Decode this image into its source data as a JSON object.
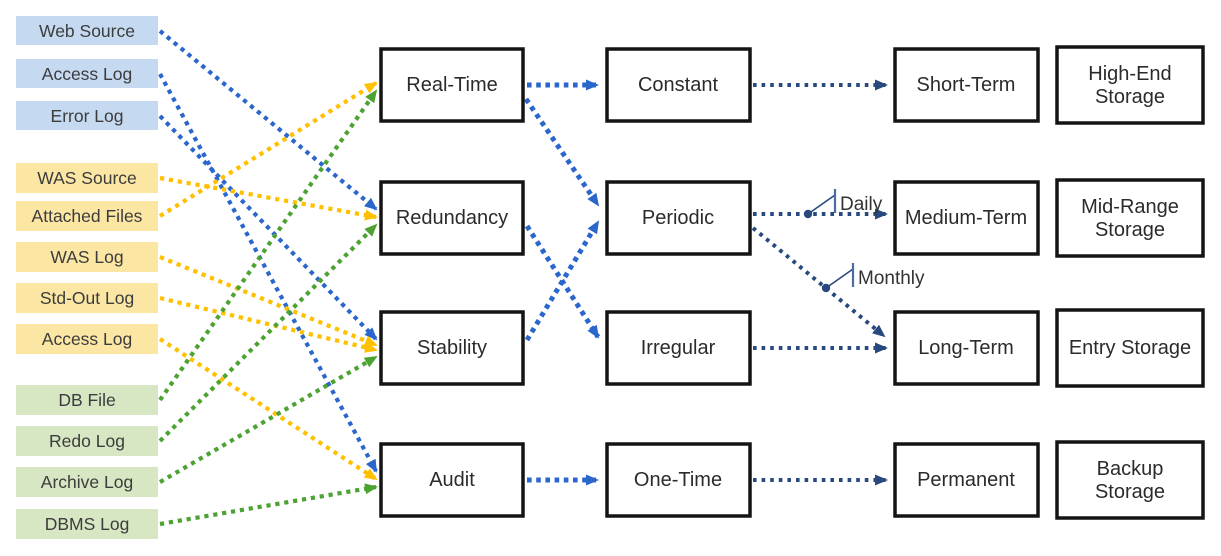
{
  "colors": {
    "web_fill": "#c5d9f1",
    "was_fill": "#fbe6a4",
    "db_fill": "#d7e7c4",
    "blue_line": "#2a66cc",
    "yellow_line": "#ffc000",
    "green_line": "#4ca331",
    "navy_line": "#27497e",
    "box_border": "#141414",
    "box_fill": "#ffffff"
  },
  "sources": {
    "items": [
      {
        "label": "Web Source",
        "group": "web"
      },
      {
        "label": "Access Log",
        "group": "web"
      },
      {
        "label": "Error Log",
        "group": "web"
      },
      {
        "label": "WAS Source",
        "group": "was"
      },
      {
        "label": "Attached Files",
        "group": "was"
      },
      {
        "label": "WAS Log",
        "group": "was"
      },
      {
        "label": "Std-Out Log",
        "group": "was"
      },
      {
        "label": "Access Log",
        "group": "was"
      },
      {
        "label": "DB File",
        "group": "db"
      },
      {
        "label": "Redo Log",
        "group": "db"
      },
      {
        "label": "Archive Log",
        "group": "db"
      },
      {
        "label": "DBMS Log",
        "group": "db"
      }
    ]
  },
  "categories": {
    "items": [
      {
        "label": "Real-Time"
      },
      {
        "label": "Redundancy"
      },
      {
        "label": "Stability"
      },
      {
        "label": "Audit"
      }
    ]
  },
  "frequencies": {
    "items": [
      {
        "label": "Constant"
      },
      {
        "label": "Periodic"
      },
      {
        "label": "Irregular"
      },
      {
        "label": "One-Time"
      }
    ]
  },
  "retentions": {
    "items": [
      {
        "label": "Short-Term"
      },
      {
        "label": "Medium-Term"
      },
      {
        "label": "Long-Term"
      },
      {
        "label": "Permanent"
      }
    ]
  },
  "storages": {
    "items": [
      {
        "line1": "High-End",
        "line2": "Storage"
      },
      {
        "line1": "Mid-Range",
        "line2": "Storage"
      },
      {
        "line1": "Entry Storage",
        "line2": ""
      },
      {
        "line1": "Backup",
        "line2": "Storage"
      }
    ]
  },
  "annotations": {
    "daily": "Daily",
    "monthly": "Monthly"
  },
  "connections": {
    "source_to_category": [
      {
        "from": "Web Source",
        "from_group": "web",
        "to": "Redundancy",
        "color": "#2a66cc"
      },
      {
        "from": "Access Log",
        "from_group": "web",
        "to": "Audit",
        "color": "#2a66cc"
      },
      {
        "from": "Error Log",
        "from_group": "web",
        "to": "Stability",
        "color": "#2a66cc"
      },
      {
        "from": "WAS Source",
        "from_group": "was",
        "to": "Redundancy",
        "color": "#ffc000"
      },
      {
        "from": "Attached Files",
        "from_group": "was",
        "to": "Real-Time",
        "color": "#ffc000"
      },
      {
        "from": "WAS Log",
        "from_group": "was",
        "to": "Stability",
        "color": "#ffc000"
      },
      {
        "from": "Std-Out Log",
        "from_group": "was",
        "to": "Stability",
        "color": "#ffc000"
      },
      {
        "from": "Access Log",
        "from_group": "was",
        "to": "Audit",
        "color": "#ffc000"
      },
      {
        "from": "DB File",
        "from_group": "db",
        "to": "Real-Time",
        "color": "#4ca331"
      },
      {
        "from": "Redo Log",
        "from_group": "db",
        "to": "Redundancy",
        "color": "#4ca331"
      },
      {
        "from": "Archive Log",
        "from_group": "db",
        "to": "Stability",
        "color": "#4ca331"
      },
      {
        "from": "DBMS Log",
        "from_group": "db",
        "to": "Audit",
        "color": "#4ca331"
      }
    ],
    "category_to_frequency": [
      {
        "from": "Real-Time",
        "to": "Constant"
      },
      {
        "from": "Real-Time",
        "to": "Periodic"
      },
      {
        "from": "Stability",
        "to": "Periodic"
      },
      {
        "from": "Redundancy",
        "to": "Irregular"
      },
      {
        "from": "Audit",
        "to": "One-Time"
      }
    ],
    "frequency_to_retention": [
      {
        "from": "Constant",
        "to": "Short-Term",
        "label": ""
      },
      {
        "from": "Periodic",
        "to": "Medium-Term",
        "label": "Daily"
      },
      {
        "from": "Periodic",
        "to": "Long-Term",
        "label": "Monthly"
      },
      {
        "from": "Irregular",
        "to": "Long-Term",
        "label": ""
      },
      {
        "from": "One-Time",
        "to": "Permanent",
        "label": ""
      }
    ]
  }
}
